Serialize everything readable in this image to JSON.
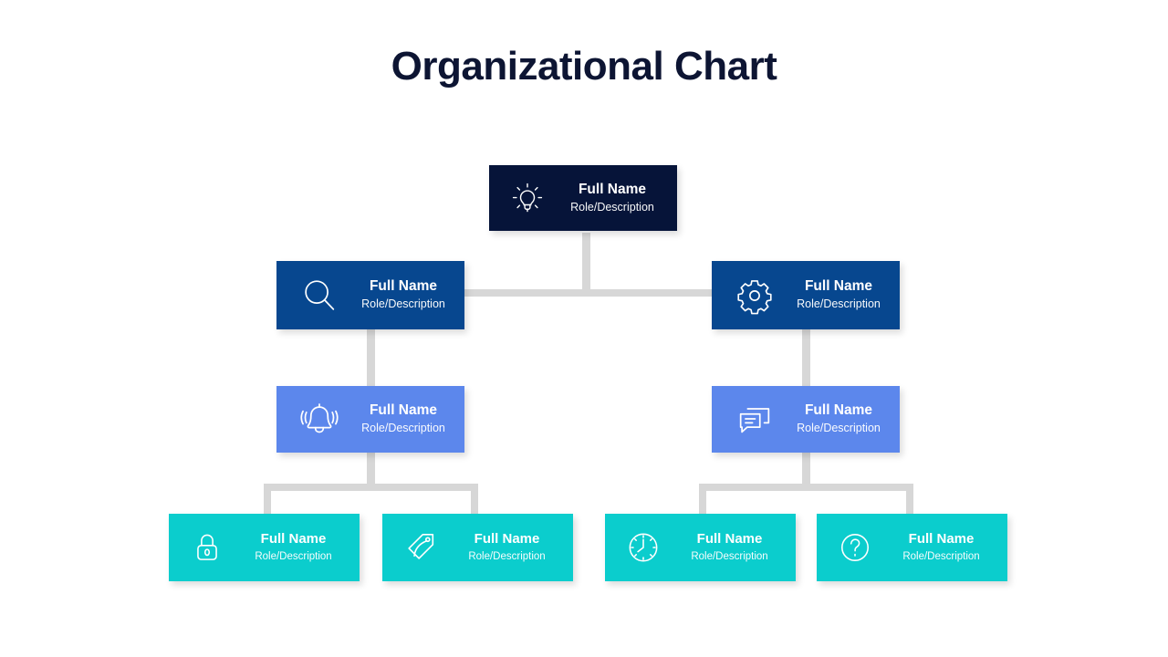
{
  "page": {
    "title": "Organizational Chart",
    "background_color": "#ffffff",
    "title_color": "#0d1533"
  },
  "colors": {
    "level1": "#061439",
    "level2": "#07478f",
    "level3": "#5c87ec",
    "level4": "#0bcdcd",
    "connector": "#d7d7d7",
    "node_text": "#ffffff"
  },
  "chart_data": {
    "type": "diagram",
    "title": "Organizational Chart",
    "nodes": [
      {
        "id": "n1",
        "level": 1,
        "icon": "lightbulb-icon",
        "name": "Full Name",
        "role": "Role/Description",
        "color": "#061439"
      },
      {
        "id": "n2",
        "level": 2,
        "icon": "search-icon",
        "name": "Full Name",
        "role": "Role/Description",
        "color": "#07478f"
      },
      {
        "id": "n3",
        "level": 2,
        "icon": "gear-icon",
        "name": "Full Name",
        "role": "Role/Description",
        "color": "#07478f"
      },
      {
        "id": "n4",
        "level": 3,
        "icon": "bell-icon",
        "name": "Full Name",
        "role": "Role/Description",
        "color": "#5c87ec"
      },
      {
        "id": "n5",
        "level": 3,
        "icon": "chat-icon",
        "name": "Full Name",
        "role": "Role/Description",
        "color": "#5c87ec"
      },
      {
        "id": "n6",
        "level": 4,
        "icon": "lock-icon",
        "name": "Full Name",
        "role": "Role/Description",
        "color": "#0bcdcd"
      },
      {
        "id": "n7",
        "level": 4,
        "icon": "tag-icon",
        "name": "Full Name",
        "role": "Role/Description",
        "color": "#0bcdcd"
      },
      {
        "id": "n8",
        "level": 4,
        "icon": "clock-icon",
        "name": "Full Name",
        "role": "Role/Description",
        "color": "#0bcdcd"
      },
      {
        "id": "n9",
        "level": 4,
        "icon": "question-mark-icon",
        "name": "Full Name",
        "role": "Role/Description",
        "color": "#0bcdcd"
      }
    ],
    "edges": [
      {
        "from": "n1",
        "to": "n2"
      },
      {
        "from": "n1",
        "to": "n3"
      },
      {
        "from": "n2",
        "to": "n4"
      },
      {
        "from": "n3",
        "to": "n5"
      },
      {
        "from": "n4",
        "to": "n6"
      },
      {
        "from": "n4",
        "to": "n7"
      },
      {
        "from": "n5",
        "to": "n8"
      },
      {
        "from": "n5",
        "to": "n9"
      }
    ]
  }
}
